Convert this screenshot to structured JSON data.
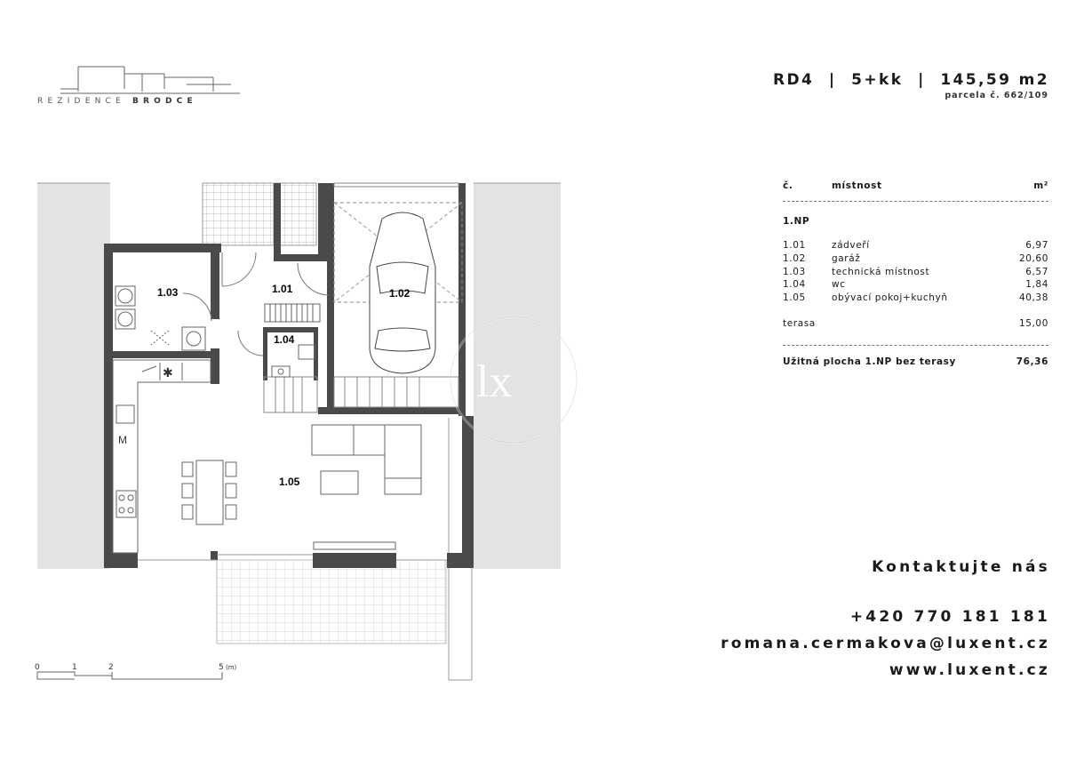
{
  "brand": {
    "word1": "REZIDENCE",
    "word2": "BRODCE"
  },
  "header": {
    "title": "RD4  |  5+kk  |  145,59 m2",
    "parcel": "parcela č. 662/109"
  },
  "table": {
    "col_num": "č.",
    "col_room": "místnost",
    "col_area": "m²",
    "floor": "1.NP",
    "rooms": [
      {
        "num": "1.01",
        "name": "zádveří",
        "area": "6,97"
      },
      {
        "num": "1.02",
        "name": "garáž",
        "area": "20,60"
      },
      {
        "num": "1.03",
        "name": "technická místnost",
        "area": "6,57"
      },
      {
        "num": "1.04",
        "name": "wc",
        "area": "1,84"
      },
      {
        "num": "1.05",
        "name": "obývací pokoj+kuchyň",
        "area": "40,38"
      }
    ],
    "terrace_label": "terasa",
    "terrace_area": "15,00",
    "total_label": "Užitná plocha 1.NP bez terasy",
    "total_area": "76,36"
  },
  "contact": {
    "heading": "Kontaktujte nás",
    "phone": "+420 770 181 181",
    "email": "romana.cermakova@luxent.cz",
    "web": "www.luxent.cz"
  },
  "plan": {
    "rooms": [
      "1.01",
      "1.02",
      "1.03",
      "1.04",
      "1.05"
    ],
    "appliance_m": "M",
    "watermark": "lx",
    "scale": {
      "t0": "0",
      "t1": "1",
      "t2": "2",
      "t5": "5",
      "unit": "(m)"
    }
  },
  "colors": {
    "wall": "#4a4a4a",
    "neighbor": "#e2e2e2",
    "line": "#999999"
  }
}
